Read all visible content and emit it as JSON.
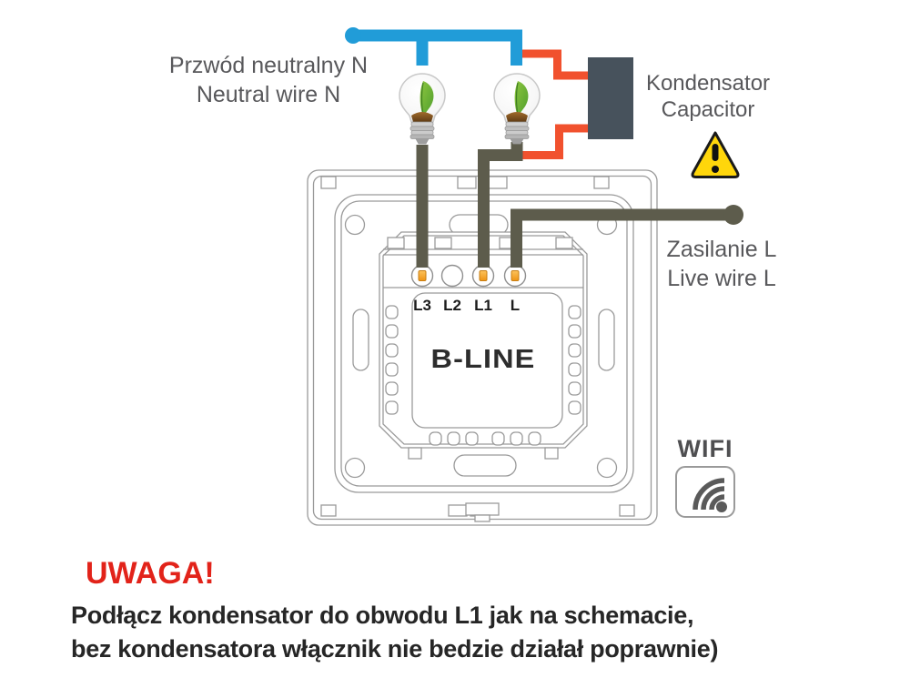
{
  "diagram": {
    "neutral_label": {
      "line1": "Przwód neutralny N",
      "line2": "Neutral wire N"
    },
    "capacitor_label": {
      "line1": "Kondensator",
      "line2": "Capacitor"
    },
    "live_label": {
      "line1": "Zasilanie L",
      "line2": "Live wire L"
    },
    "wifi_label": "WIFI",
    "brand_logo": "B-LINE",
    "terminals": [
      "L3",
      "L2",
      "L1",
      "L"
    ]
  },
  "warning": {
    "title": "UWAGA!",
    "line1": "Podłącz kondensator do obwodu L1 jak na schemacie,",
    "line2": "bez kondensatora włącznik nie bedzie działał poprawnie)"
  },
  "colors": {
    "neutral_wire": "#219cd8",
    "live_wire": "#5d5c4c",
    "capacitor_wire": "#f1512e",
    "capacitor_body": "#47525c",
    "warning_yellow": "#ffd60b",
    "warning_red": "#e2231a",
    "terminal_screw": "#f5a01c",
    "line_art": "#9a9a9a"
  }
}
